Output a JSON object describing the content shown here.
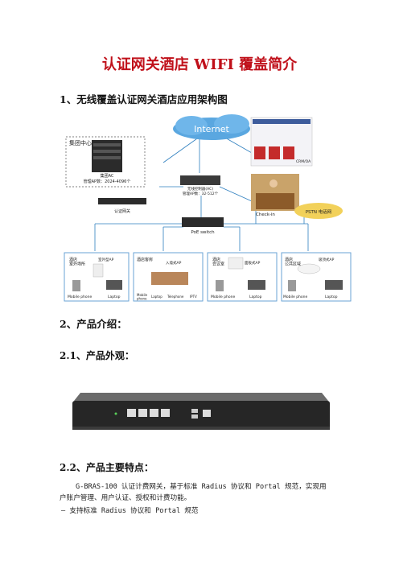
{
  "doc": {
    "title": "认证网关酒店 WIFI 覆盖简介",
    "section1": "1、无线覆盖认证网关酒店应用架构图",
    "section2": "2、产品介绍：",
    "section21": "2.1、产品外观：",
    "section22": "2.2、产品主要特点：",
    "paragraph_line1": "G-BRAS-100 认证计费网关，基于标准 Radius 协议和 Portal 规范，实现用",
    "paragraph_line2": "户账户管理、用户认证、授权和计费功能。",
    "bullet1": "–   支持标准 Radius 协议和 Portal 规范"
  },
  "diagram": {
    "internet": "Internet",
    "group_center": "集团中心",
    "group_ac": "集团AC",
    "group_ac_mgmt": "管理AP数：2024-4096个",
    "auth_gw": "认证网关",
    "ac_small1": "无线控制器(AC)",
    "ac_small2": "管理AP数：32-512个",
    "poe_switch": "PoE switch",
    "checkin": "Check-in",
    "pstn": "PSTN 电话网",
    "crm_label": "CRM/OA",
    "zones": [
      {
        "name": "酒店\n室外场所",
        "ap": "室外型AP",
        "devices": [
          "Mobile phone",
          "Laptop"
        ]
      },
      {
        "name": "酒店客房",
        "ap": "入墙式AP",
        "devices": [
          "Mobile\nphone",
          "Laptop",
          "Telephone",
          "IPTV"
        ]
      },
      {
        "name": "酒店\n会议室",
        "ap": "面板式AP",
        "devices": [
          "Mobile phone",
          "Laptop"
        ]
      },
      {
        "name": "酒店\n公共区域",
        "ap": "吸顶式AP",
        "devices": [
          "Mobile phone",
          "Laptop"
        ]
      }
    ]
  }
}
